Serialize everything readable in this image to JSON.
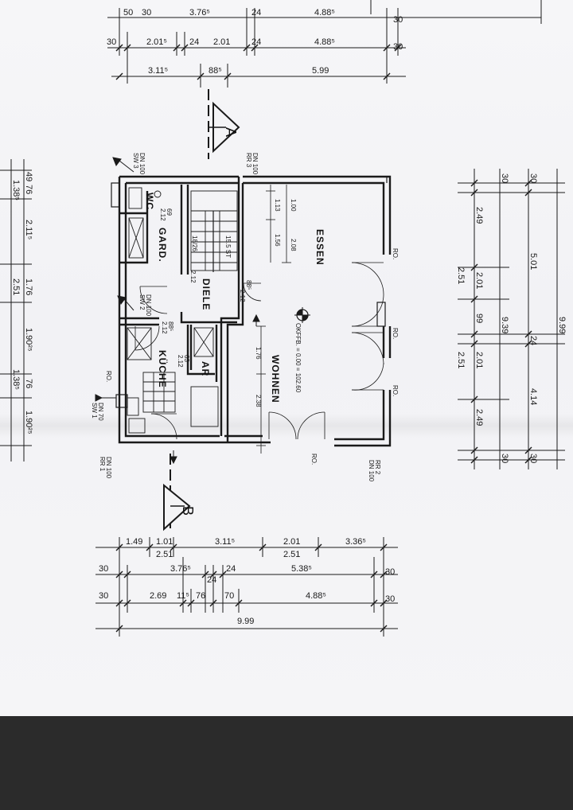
{
  "sections": {
    "top": "A",
    "bottom": "B"
  },
  "rooms": {
    "essen": "ESSEN",
    "wohnen": "WOHNEN",
    "diele": "DIELE",
    "kueche": "KÜCHE",
    "garderobe": "GARD.",
    "wc": "WC",
    "ar": "AR"
  },
  "level_mark": "OKFFB. = 0.00 = 102.60",
  "windows": {
    "rr1": "RR 1",
    "rr1_dn": "DN 100",
    "rr2": "RR 2",
    "rr2_dn": "DN 100",
    "rr3": "RR 3",
    "rr3_dn": "DN 100",
    "sw1": "SW 1",
    "sw1_dn": "DN 70",
    "sw2": "SW 2",
    "sw2_dn": "DN 100",
    "sw3": "SW 3",
    "sw3_dn": "DN 100",
    "ro": "RO."
  },
  "stairs": {
    "label": "18/26",
    "count": "15.5 ST"
  },
  "dims_top": {
    "row1": [
      "50",
      "30",
      "3.76⁵",
      "24",
      "4.88⁵",
      "30"
    ],
    "row2": [
      "30",
      "2.01⁵",
      "24",
      "2.01",
      "24",
      "4.88⁵",
      "30"
    ],
    "row3": [
      "3.11⁵",
      "88⁵",
      "5.99"
    ]
  },
  "dims_bottom": {
    "row1": [
      "1.49",
      "1.01",
      "2.51",
      "3.11⁵",
      "2.01",
      "2.51",
      "3.36⁵"
    ],
    "row2": [
      "30",
      "3.76⁵",
      "24",
      "24",
      "5.38⁵",
      "30"
    ],
    "row3": [
      "30",
      "2.69",
      "11⁵",
      "76",
      "70",
      "4.88⁵",
      "30"
    ],
    "row4": [
      "9.99"
    ]
  },
  "dims_right": {
    "outer": "9.99",
    "col1": [
      "30",
      "5.01",
      "24",
      "4.14",
      "30"
    ],
    "col2": [
      "30",
      "2.49",
      "2.51",
      "2.01",
      "99",
      "2.01",
      "2.51",
      "2.49",
      "30"
    ],
    "col3": [
      "9.39"
    ]
  },
  "dims_left": [
    "49",
    "76",
    "1.38⁵",
    "2.11⁵",
    "2.51",
    "1.76",
    "1.90²⁵",
    "76",
    "1.38⁵",
    "1.90²⁵"
  ],
  "dims_inner": [
    "1.13",
    "1.00",
    "1.56",
    "2.08",
    "88⁵",
    "2.12",
    "1.76",
    "2.38",
    "88⁵",
    "2.12",
    "63",
    "2.12",
    "69",
    "2.12",
    "2.12"
  ]
}
